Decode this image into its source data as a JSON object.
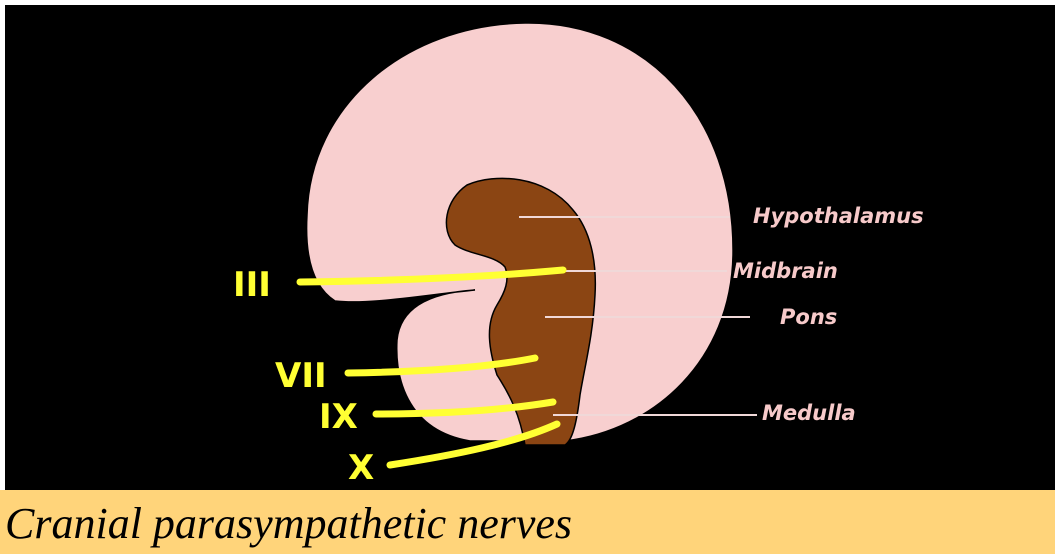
{
  "caption": "Cranial parasympathetic nerves",
  "colors": {
    "background": "#000000",
    "brain": "#f8cfcf",
    "brainstem": "#8b4513",
    "nerve": "#ffff33",
    "leader": "#f0d8d8",
    "caption_bar": "#ffd47a"
  },
  "nerves": [
    {
      "id": "III",
      "label": "III"
    },
    {
      "id": "VII",
      "label": "VII"
    },
    {
      "id": "IX",
      "label": "IX"
    },
    {
      "id": "X",
      "label": "X"
    }
  ],
  "regions": [
    {
      "id": "hypothalamus",
      "label": "Hypothalamus"
    },
    {
      "id": "midbrain",
      "label": "Midbrain"
    },
    {
      "id": "pons",
      "label": "Pons"
    },
    {
      "id": "medulla",
      "label": "Medulla"
    }
  ]
}
